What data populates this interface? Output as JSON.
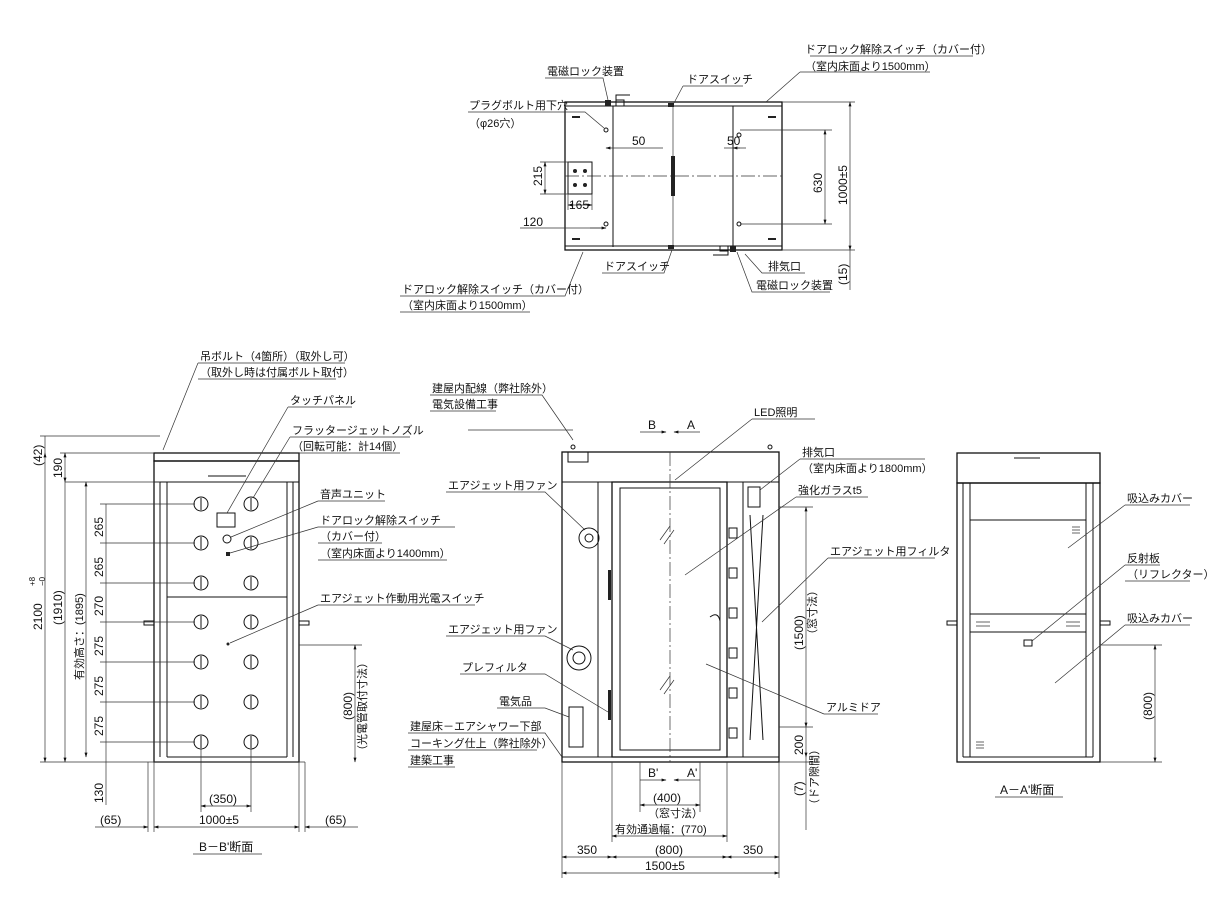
{
  "plan": {
    "lock_device": "電磁ロック装置",
    "door_switch": "ドアスイッチ",
    "release_switch_top": "ドアロック解除スイッチ（カバー付）",
    "release_switch_top_height": "（室内床面より1500mm）",
    "plug_bolt": "プラグボルト用下穴",
    "plug_bolt_dia": "（φ26穴）",
    "dim_50a": "50",
    "dim_50b": "50",
    "dim_215": "215",
    "dim_165": "165",
    "dim_120": "120",
    "dim_630": "630",
    "dim_1000": "1000±5",
    "dim_15": "(15)",
    "door_switch_bottom": "ドアスイッチ",
    "exhaust": "排気口",
    "lock_device_bottom": "電磁ロック装置",
    "release_switch_bottom": "ドアロック解除スイッチ（カバー付）",
    "release_switch_bottom_height": "（室内床面より1500mm）"
  },
  "section_bb": {
    "hang_bolt": "吊ボルト（4箇所）（取外し可）",
    "hang_bolt_note": "（取外し時は付属ボルト取付）",
    "touch_panel": "タッチパネル",
    "flutter_nozzle": "フラッタージェットノズル",
    "flutter_nozzle_note": "（回転可能：計14個）",
    "audio_unit": "音声ユニット",
    "release_switch": "ドアロック解除スイッチ",
    "release_switch_cover": "（カバー付）",
    "release_switch_height": "（室内床面より1400mm）",
    "photo_switch": "エアジェット作動用光電スイッチ",
    "dim_42": "(42)",
    "dim_190": "190",
    "dim_2100": "2100",
    "dim_1910": "(1910)",
    "effective_height": "有効高さ：(1895)",
    "pitches": [
      "265",
      "265",
      "270",
      "275",
      "275",
      "275"
    ],
    "dim_130": "130",
    "dim_800": "(800)",
    "dim_800_note": "（光電管取付寸法）",
    "dim_350": "(350)",
    "dim_65_left": "(65)",
    "dim_1000": "1000±5",
    "dim_65_right": "(65)",
    "caption": "B－B'断面"
  },
  "section_front": {
    "building_wiring": "建屋内配線（弊社除外）",
    "electrical_work": "電気設備工事",
    "label_b": "B",
    "label_a": "A",
    "led": "LED照明",
    "exhaust": "排気口",
    "exhaust_height": "（室内床面より1800mm）",
    "tempered_glass": "強化ガラスt5",
    "fan_top": "エアジェット用ファン",
    "filter": "エアジェット用フィルタ",
    "fan_bottom": "エアジェット用ファン",
    "prefilter": "プレフィルタ",
    "electrical": "電気品",
    "caulking_line1": "建屋床－エアシャワー下部",
    "caulking_line2": "コーキング仕上（弊社除外）",
    "building_work": "建築工事",
    "aluminum_door": "アルミドア",
    "dim_1500_window": "(1500)",
    "window_size": "（窓寸法）",
    "dim_200": "200",
    "dim_7": "(7)",
    "door_gap": "（ドア隙間）",
    "label_b_prime": "B'",
    "label_a_prime": "A'",
    "dim_400": "(400)",
    "window_size2": "（窓寸法）",
    "effective_width": "有効通過幅：(770)",
    "dim_350_left": "350",
    "dim_800": "(800)",
    "dim_350_right": "350",
    "dim_1500": "1500±5"
  },
  "section_aa": {
    "suction_cover_top": "吸込みカバー",
    "reflector": "反射板",
    "reflector_en": "（リフレクター）",
    "suction_cover_bottom": "吸込みカバー",
    "dim_800": "(800)",
    "caption": "A－A'断面"
  }
}
